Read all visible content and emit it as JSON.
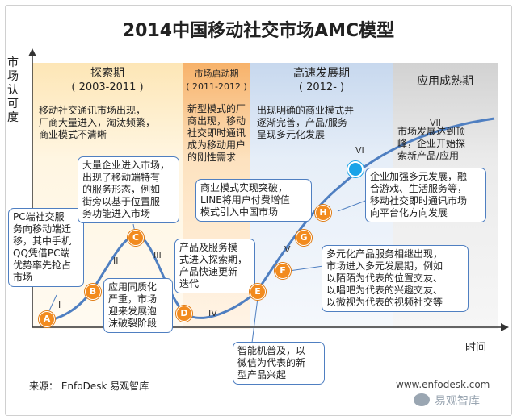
{
  "title": "2014中国移动社交市场AMC模型",
  "y_axis_label": [
    "市",
    "场",
    "认",
    "可",
    "度"
  ],
  "x_axis_label": "时间",
  "stages": [
    {
      "name": "探索期",
      "period": "( 2003-2011 )",
      "color": "#fde6b6"
    },
    {
      "name": "市场启动期",
      "period": "( 2011-2012 )",
      "color": "#f7b26a"
    },
    {
      "name": "高速发展期",
      "period": "( 2012- )",
      "color": "#c7d8ee"
    },
    {
      "name": "应用成熟期",
      "period": "",
      "color": "#d2d2d2"
    }
  ],
  "stage_notes": [
    [
      "移动社交通讯市场出现，",
      "厂商大量进入，淘汰频繁，",
      "商业模式不清晰"
    ],
    [
      "新型模式的厂",
      "商出现，移动",
      "社交即时通讯",
      "成为移动用户",
      "的刚性需求"
    ],
    [
      "出现明确的商业模式并",
      "逐渐完善，产品/服务",
      "呈现多元化发展"
    ]
  ],
  "points": [
    "A",
    "B",
    "C",
    "D",
    "E",
    "F",
    "G",
    "H"
  ],
  "phases": [
    "I",
    "II",
    "III",
    "IV",
    "V",
    "VI",
    "VII"
  ],
  "callouts": {
    "a": [
      "PC端社交服",
      "务向移动端迁",
      "移，其中手机",
      "QQ凭借PC端",
      "优势率先抢占",
      "市场"
    ],
    "c": [
      "大量企业进入市场，",
      "出现了移动端特有",
      "的服务形态，例如",
      "街旁以基于位置服",
      "务功能进入市场"
    ],
    "d": [
      "应用同质化",
      "严重，市场",
      "迎来发展泡",
      "沫破裂阶段"
    ],
    "e_top": [
      "产品及服务模",
      "式进入探索期，",
      "产品快速更新",
      "迭代"
    ],
    "e_bottom": [
      "智能机普及，以",
      "微信为代表的新",
      "型产品兴起"
    ],
    "g": [
      "商业模式实现突破，",
      "LINE将用户付费增值",
      "模式引入中国市场"
    ],
    "h": [
      "企业加强多元发展，融",
      "合游戏、生活服务等，",
      "移动社交即时通讯市场",
      "向平台化方向发展"
    ],
    "f": [
      "多元化产品服务相继出现，",
      "市场进入多元发展期，例如",
      "以陌陌为代表的位置交友、",
      "以唱吧为代表的兴趣交友、",
      "以微视为代表的视频社交等"
    ],
    "vii": [
      "市场发展达到顶",
      "峰，企业开始探",
      "索新产品/应用"
    ]
  },
  "source": "来源： EnfoDesk 易观智库",
  "website": "www.enfodesk.com",
  "watermark": "易观智库",
  "colors": {
    "curve": "#4f7fc1",
    "point": "#f28b1f",
    "peak": "#1aa3e8",
    "axis": "#333333"
  }
}
